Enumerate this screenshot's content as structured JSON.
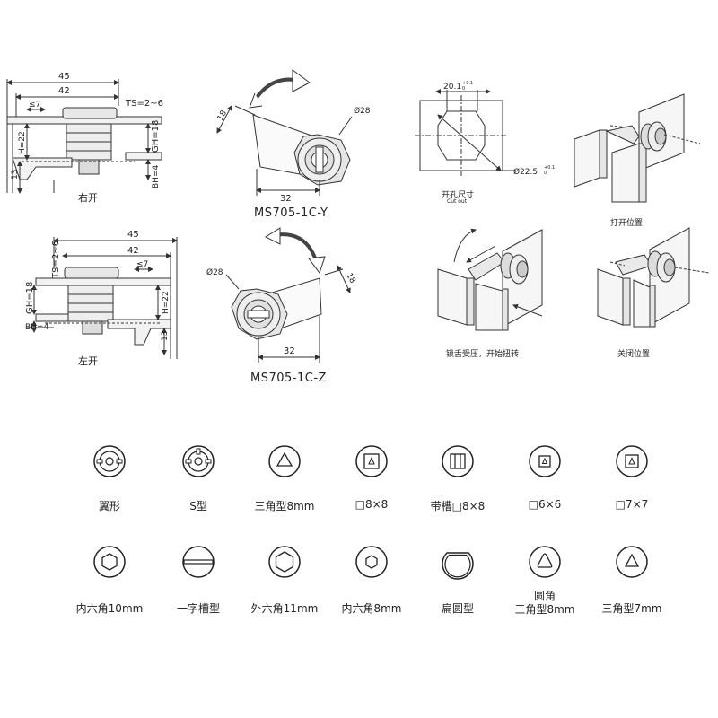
{
  "top_left": {
    "dim_45": "45",
    "dim_42": "42",
    "dim_le7": "≤7",
    "ts": "TS=2~6",
    "h22": "H=22",
    "gh18": "GH=18",
    "bh4": "BH=4",
    "d13": "13",
    "caption": "右开"
  },
  "bottom_left": {
    "dim_45": "45",
    "dim_42": "42",
    "dim_le7": "≤7",
    "ts": "TS=2~6",
    "gh18": "GH=18",
    "h22": "H=22",
    "bh4": "BH=4",
    "d13": "13",
    "caption": "左开"
  },
  "cam_y": {
    "d18": "18",
    "d28": "Ø28",
    "d32": "32",
    "model": "MS705-1C-Y"
  },
  "cam_z": {
    "d18": "18",
    "d28": "Ø28",
    "d32": "32",
    "model": "MS705-1C-Z"
  },
  "cutout": {
    "w": "20.1",
    "w_tol_up": "+0.1",
    "w_tol_dn": "0",
    "d": "Ø22.5",
    "d_tol_up": "+0.1",
    "d_tol_dn": "0",
    "caption_cn": "开孔尺寸",
    "caption_en": "Cut out"
  },
  "positions": {
    "open": "打开位置",
    "press": "锁舌受压，开始扭转",
    "closed": "关闭位置"
  },
  "keys_row1": [
    {
      "icon": "wing-key-icon",
      "label": "翼形"
    },
    {
      "icon": "s-type-key-icon",
      "label": "S型"
    },
    {
      "icon": "triangle-8mm-key-icon",
      "label": "三角型8mm"
    },
    {
      "icon": "square-8x8-key-icon",
      "label": "□8×8"
    },
    {
      "icon": "slotted-square-8x8-key-icon",
      "label": "带槽□8×8"
    },
    {
      "icon": "square-6x6-key-icon",
      "label": "□6×6"
    },
    {
      "icon": "square-7x7-key-icon",
      "label": "□7×7"
    }
  ],
  "keys_row2": [
    {
      "icon": "inner-hex-10mm-key-icon",
      "label": "内六角10mm"
    },
    {
      "icon": "straight-slot-key-icon",
      "label": "一字槽型"
    },
    {
      "icon": "outer-hex-11mm-key-icon",
      "label": "外六角11mm"
    },
    {
      "icon": "inner-hex-8mm-key-icon",
      "label": "内六角8mm"
    },
    {
      "icon": "flat-round-key-icon",
      "label": "扁圆型"
    },
    {
      "icon": "rounded-triangle-8mm-key-icon",
      "label_line1": "圆角",
      "label_line2": "三角型8mm"
    },
    {
      "icon": "triangle-7mm-key-icon",
      "label": "三角型7mm"
    }
  ]
}
